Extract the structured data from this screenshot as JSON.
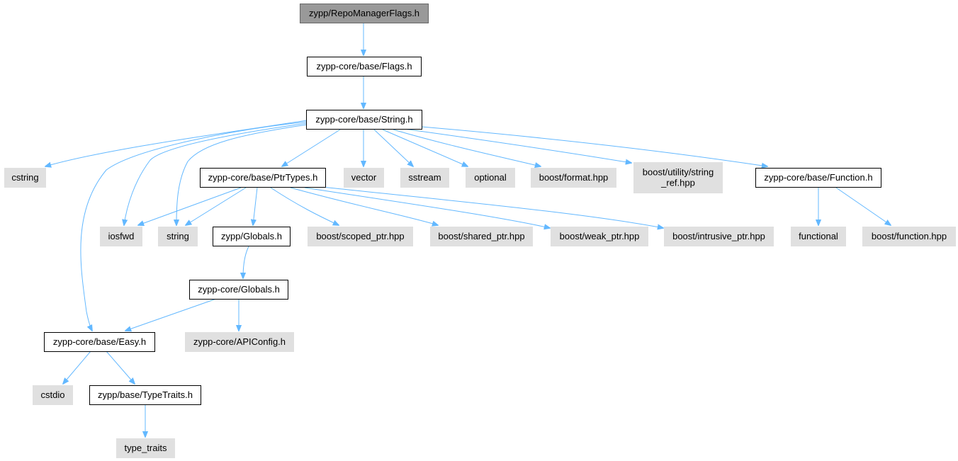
{
  "colors": {
    "root_fill": "#999999",
    "doc_fill": "#ffffff",
    "system_fill": "#e0e0e0",
    "node_stroke": "#666666",
    "doc_stroke": "#000000",
    "edge": "#63b8ff"
  },
  "nodes": [
    {
      "id": "repomanagerflags",
      "lines": [
        "zypp/RepoManagerFlags.h"
      ],
      "kind": "root"
    },
    {
      "id": "flags",
      "lines": [
        "zypp-core/base/Flags.h"
      ],
      "kind": "doc"
    },
    {
      "id": "string_h",
      "lines": [
        "zypp-core/base/String.h"
      ],
      "kind": "doc"
    },
    {
      "id": "cstring",
      "lines": [
        "cstring"
      ],
      "kind": "system"
    },
    {
      "id": "ptrtypes",
      "lines": [
        "zypp-core/base/PtrTypes.h"
      ],
      "kind": "doc"
    },
    {
      "id": "vector",
      "lines": [
        "vector"
      ],
      "kind": "system"
    },
    {
      "id": "sstream",
      "lines": [
        "sstream"
      ],
      "kind": "system"
    },
    {
      "id": "optional",
      "lines": [
        "optional"
      ],
      "kind": "system"
    },
    {
      "id": "boost_format",
      "lines": [
        "boost/format.hpp"
      ],
      "kind": "system"
    },
    {
      "id": "boost_string_ref",
      "lines": [
        "boost/utility/string",
        "_ref.hpp"
      ],
      "kind": "system"
    },
    {
      "id": "function_h",
      "lines": [
        "zypp-core/base/Function.h"
      ],
      "kind": "doc"
    },
    {
      "id": "iosfwd",
      "lines": [
        "iosfwd"
      ],
      "kind": "system"
    },
    {
      "id": "string",
      "lines": [
        "string"
      ],
      "kind": "system"
    },
    {
      "id": "zypp_globals",
      "lines": [
        "zypp/Globals.h"
      ],
      "kind": "doc"
    },
    {
      "id": "boost_scoped",
      "lines": [
        "boost/scoped_ptr.hpp"
      ],
      "kind": "system"
    },
    {
      "id": "boost_shared",
      "lines": [
        "boost/shared_ptr.hpp"
      ],
      "kind": "system"
    },
    {
      "id": "boost_weak",
      "lines": [
        "boost/weak_ptr.hpp"
      ],
      "kind": "system"
    },
    {
      "id": "boost_intrusive",
      "lines": [
        "boost/intrusive_ptr.hpp"
      ],
      "kind": "system"
    },
    {
      "id": "functional",
      "lines": [
        "functional"
      ],
      "kind": "system"
    },
    {
      "id": "boost_function",
      "lines": [
        "boost/function.hpp"
      ],
      "kind": "system"
    },
    {
      "id": "core_globals",
      "lines": [
        "zypp-core/Globals.h"
      ],
      "kind": "doc"
    },
    {
      "id": "easy",
      "lines": [
        "zypp-core/base/Easy.h"
      ],
      "kind": "doc"
    },
    {
      "id": "apiconfig",
      "lines": [
        "zypp-core/APIConfig.h"
      ],
      "kind": "system"
    },
    {
      "id": "cstdio",
      "lines": [
        "cstdio"
      ],
      "kind": "system"
    },
    {
      "id": "typetraits",
      "lines": [
        "zypp/base/TypeTraits.h"
      ],
      "kind": "doc"
    },
    {
      "id": "type_traits",
      "lines": [
        "type_traits"
      ],
      "kind": "system"
    }
  ],
  "edges": [
    {
      "from": "repomanagerflags",
      "to": "flags"
    },
    {
      "from": "flags",
      "to": "string_h"
    },
    {
      "from": "string_h",
      "to": "cstring"
    },
    {
      "from": "string_h",
      "to": "easy"
    },
    {
      "from": "string_h",
      "to": "iosfwd"
    },
    {
      "from": "string_h",
      "to": "string"
    },
    {
      "from": "string_h",
      "to": "ptrtypes"
    },
    {
      "from": "string_h",
      "to": "vector"
    },
    {
      "from": "string_h",
      "to": "sstream"
    },
    {
      "from": "string_h",
      "to": "optional"
    },
    {
      "from": "string_h",
      "to": "boost_format"
    },
    {
      "from": "string_h",
      "to": "boost_string_ref"
    },
    {
      "from": "string_h",
      "to": "function_h"
    },
    {
      "from": "ptrtypes",
      "to": "iosfwd"
    },
    {
      "from": "ptrtypes",
      "to": "string"
    },
    {
      "from": "ptrtypes",
      "to": "zypp_globals"
    },
    {
      "from": "ptrtypes",
      "to": "boost_scoped"
    },
    {
      "from": "ptrtypes",
      "to": "boost_shared"
    },
    {
      "from": "ptrtypes",
      "to": "boost_weak"
    },
    {
      "from": "ptrtypes",
      "to": "boost_intrusive"
    },
    {
      "from": "function_h",
      "to": "functional"
    },
    {
      "from": "function_h",
      "to": "boost_function"
    },
    {
      "from": "zypp_globals",
      "to": "core_globals"
    },
    {
      "from": "core_globals",
      "to": "easy"
    },
    {
      "from": "core_globals",
      "to": "apiconfig"
    },
    {
      "from": "easy",
      "to": "cstdio"
    },
    {
      "from": "easy",
      "to": "typetraits"
    },
    {
      "from": "typetraits",
      "to": "type_traits"
    }
  ]
}
